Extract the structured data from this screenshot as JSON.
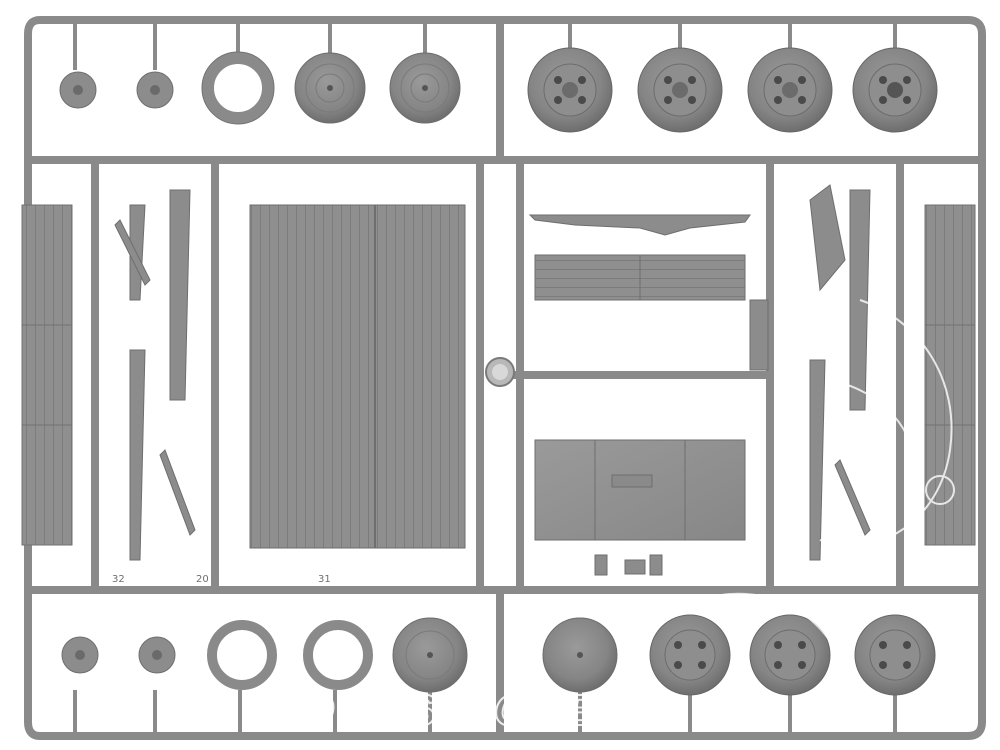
{
  "image": {
    "subject": "plastic model kit sprue with truck parts",
    "sprue_color": "#8d8d8d",
    "background_color": "#ffffff"
  },
  "watermark": {
    "text": "OOPS MODEL",
    "kind": "logo"
  },
  "part_numbers": {
    "label_a": "32",
    "label_b": "20",
    "label_c": "31"
  }
}
